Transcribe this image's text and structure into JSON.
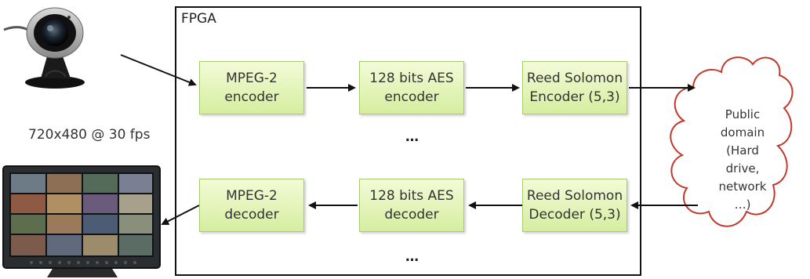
{
  "fpga": {
    "label": "FPGA"
  },
  "encoder_chain": [
    {
      "lines": [
        "MPEG-2",
        "encoder"
      ]
    },
    {
      "lines": [
        "128 bits AES",
        "encoder"
      ]
    },
    {
      "lines": [
        "Reed Solomon",
        "Encoder (5,3)"
      ]
    }
  ],
  "decoder_chain": [
    {
      "lines": [
        "MPEG-2",
        "decoder"
      ]
    },
    {
      "lines": [
        "128 bits AES",
        "decoder"
      ]
    },
    {
      "lines": [
        "Reed Solomon",
        "Decoder (5,3)"
      ]
    }
  ],
  "ellipsis": "…",
  "camera": {
    "resolution": "720x480 @ 30 fps"
  },
  "cloud": {
    "lines": [
      "Public",
      "domain",
      "(Hard",
      "drive,",
      "network",
      "…)"
    ]
  },
  "colors": {
    "block_fill_top": "#f3fbd8",
    "block_fill_bottom": "#d5ee9f",
    "block_border": "#a9cc6b",
    "cloud_stroke": "#c0392b"
  }
}
